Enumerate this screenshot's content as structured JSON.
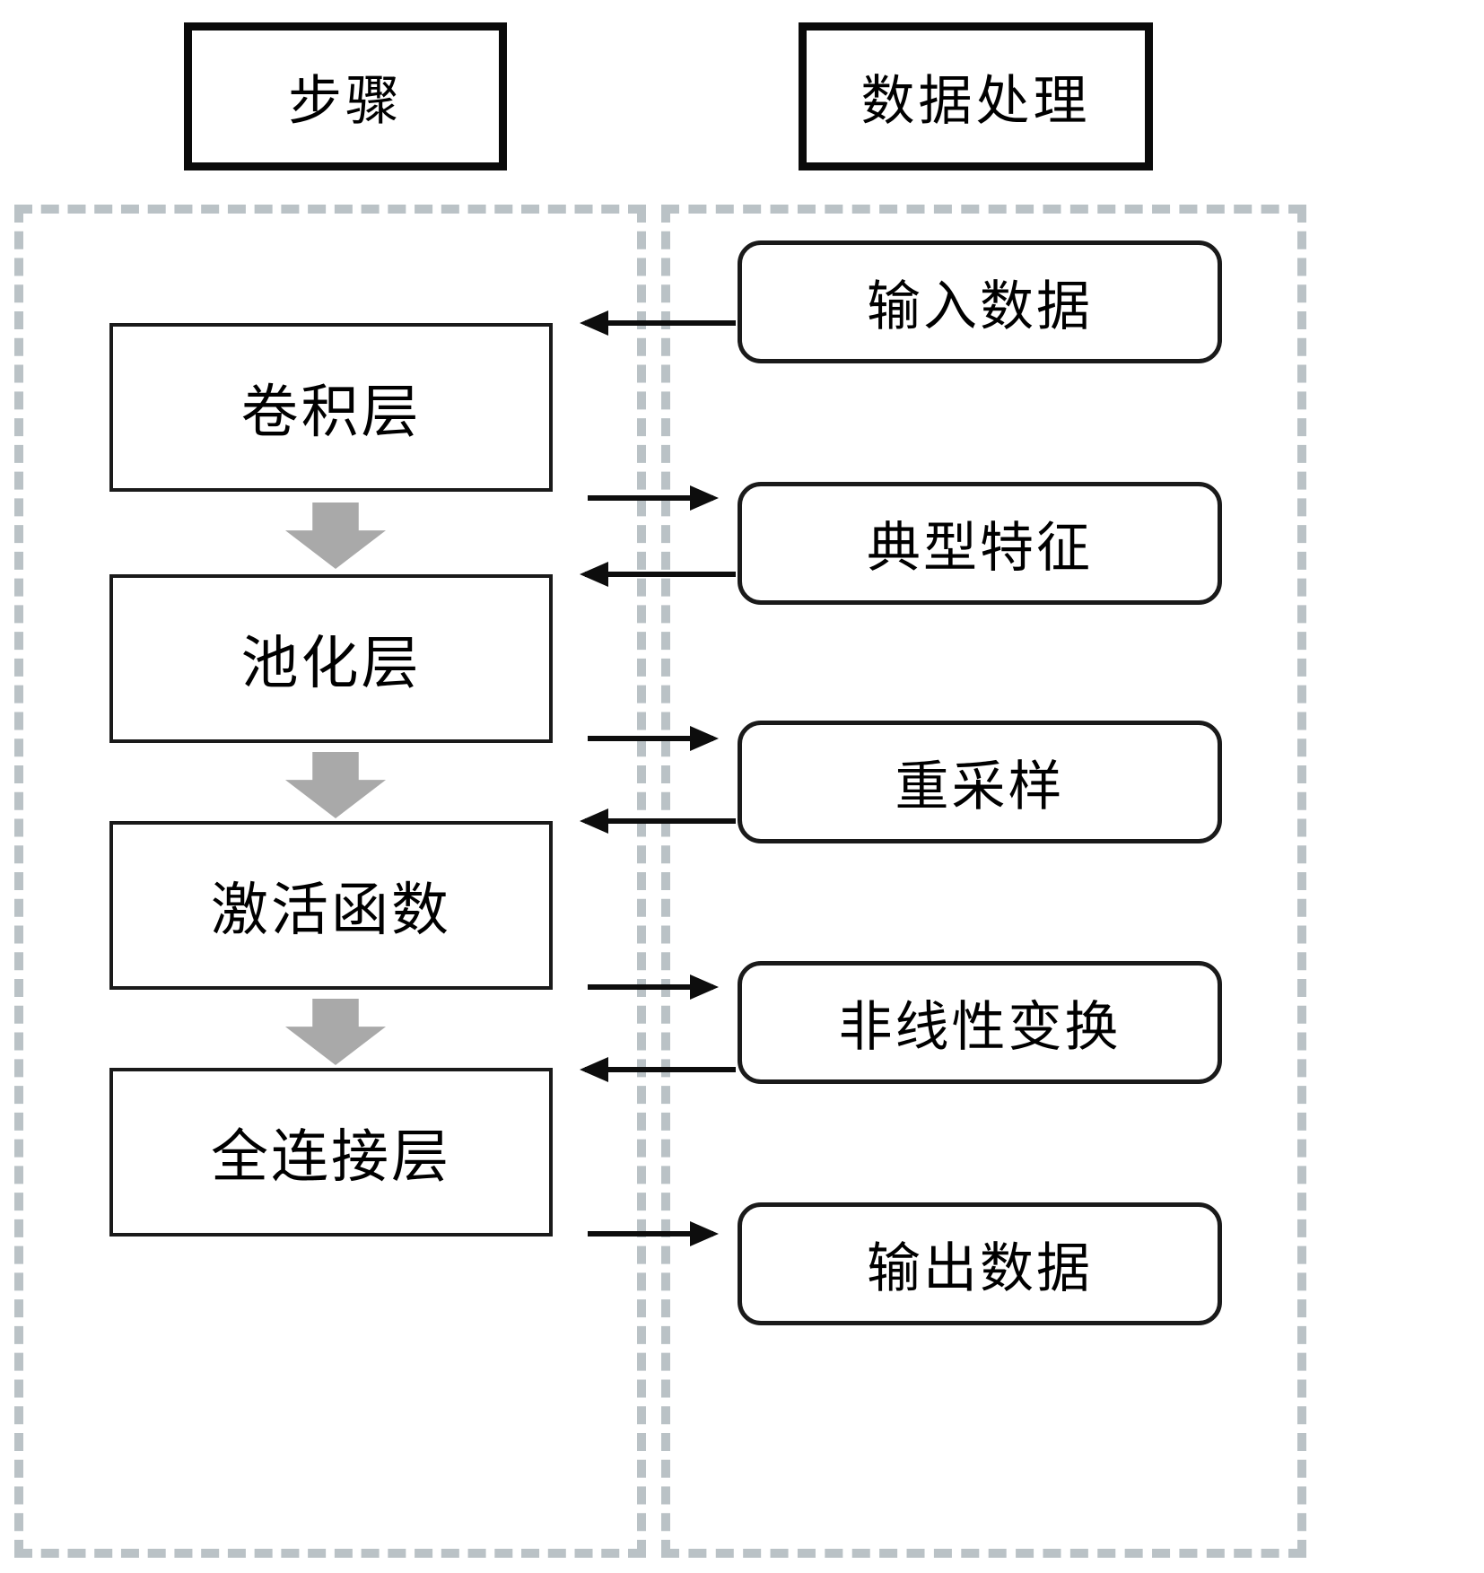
{
  "headers": {
    "left": "步骤",
    "right": "数据处理"
  },
  "steps": [
    "卷积层",
    "池化层",
    "激活函数",
    "全连接层"
  ],
  "processes": [
    "输入数据",
    "典型特征",
    "重采样",
    "非线性变换",
    "输出数据"
  ],
  "colors": {
    "dash": "#bac2c6",
    "gray-arrow": "#a9a9a9",
    "line": "#0d0d0d"
  }
}
